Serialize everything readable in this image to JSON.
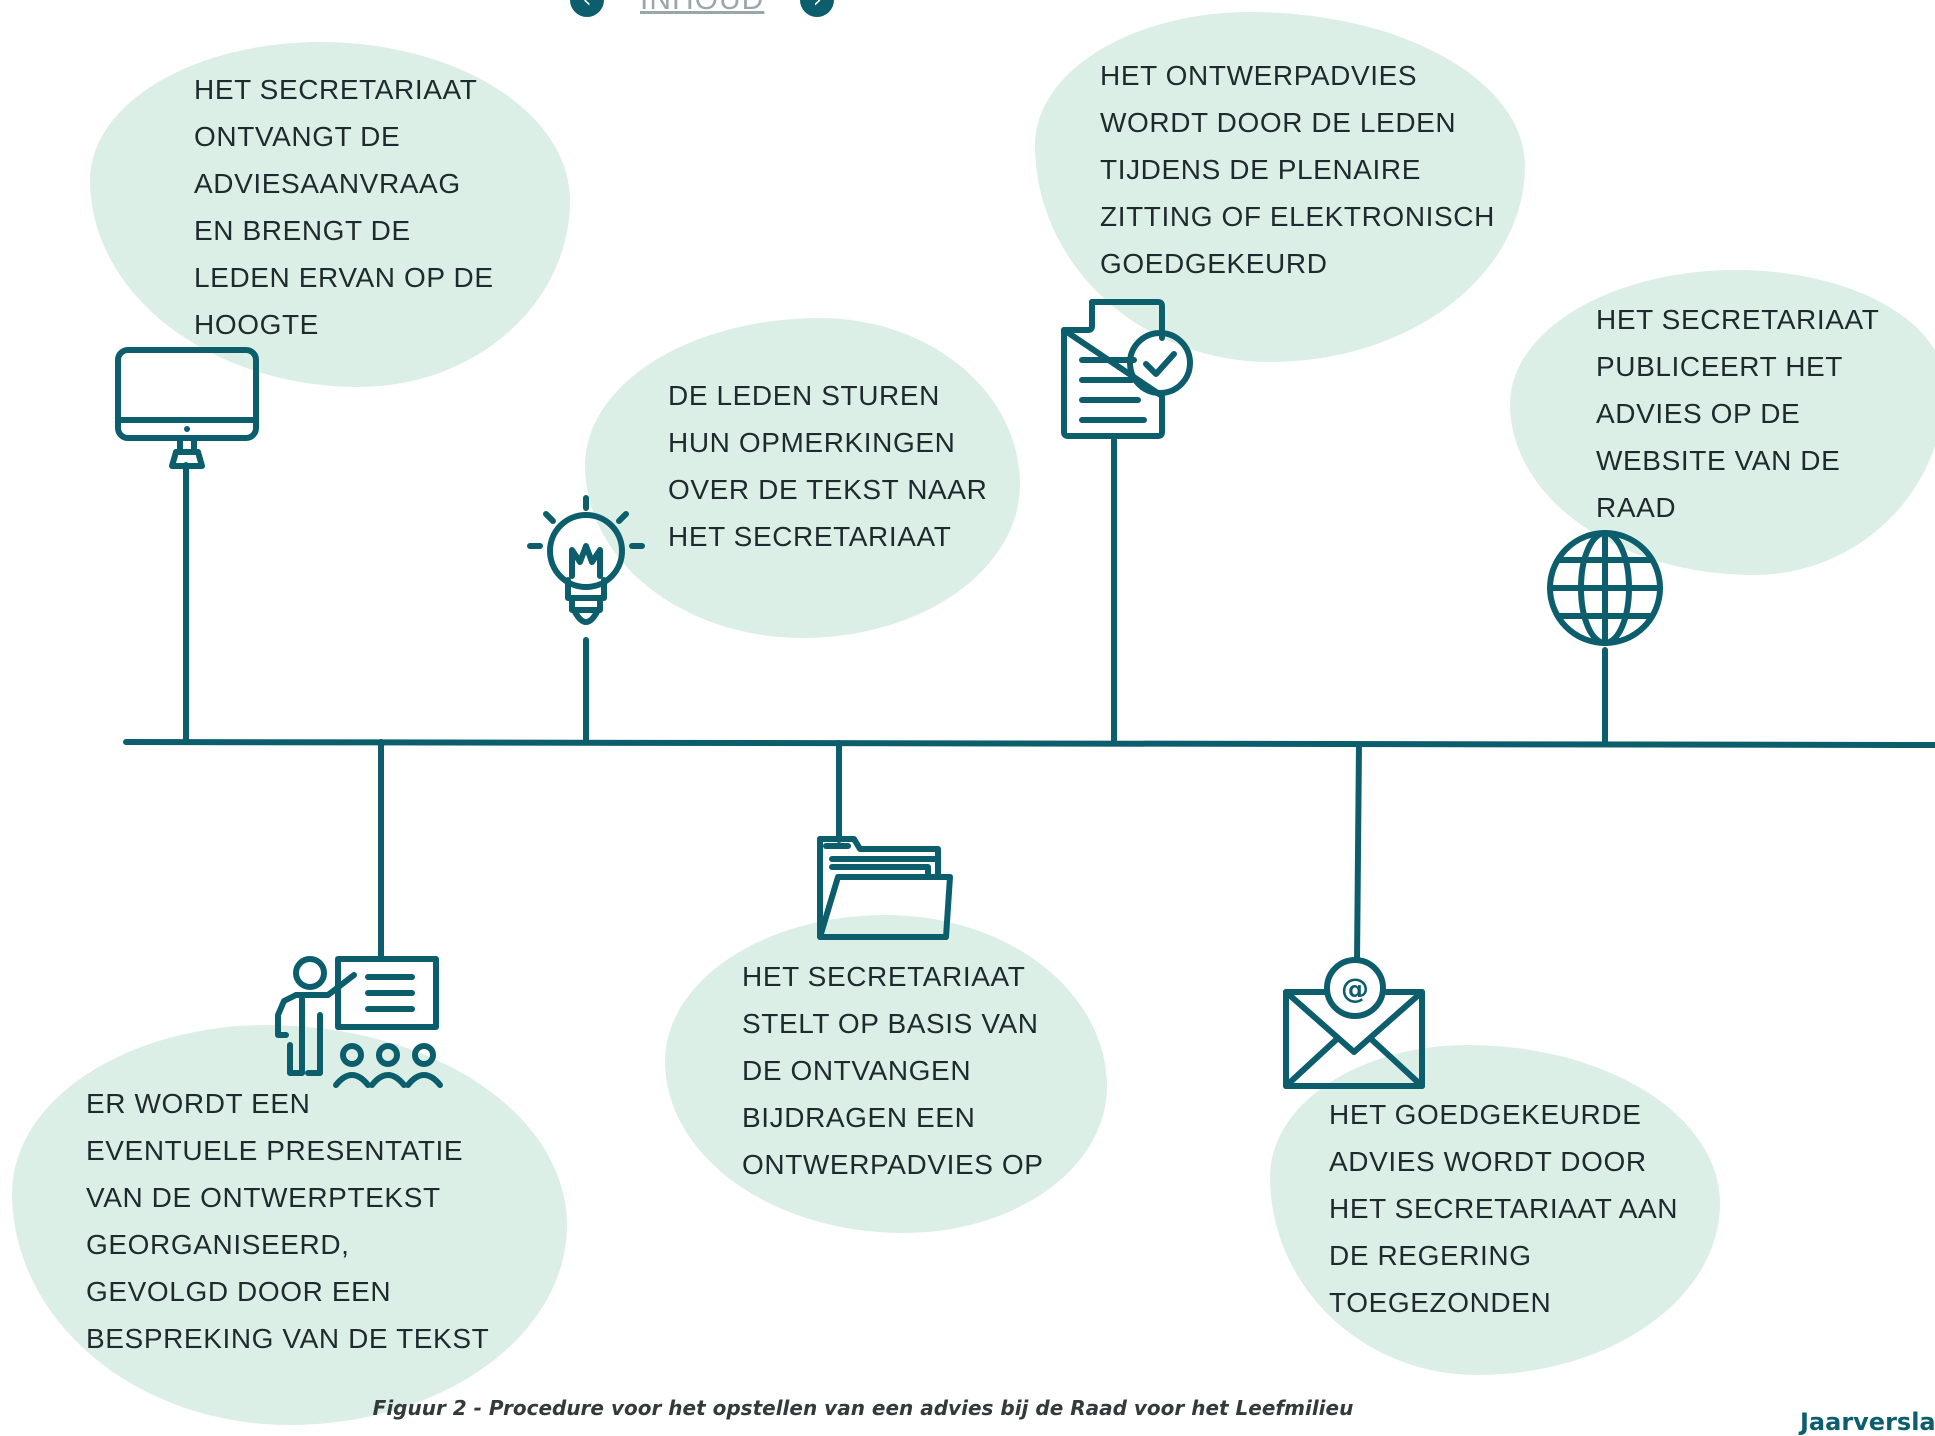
{
  "nav": {
    "prev_symbol": "‹",
    "label": "INHOUD",
    "next_symbol": "›"
  },
  "steps_above": [
    {
      "icon": "monitor-icon",
      "lines": [
        "HET SECRETARIAAT",
        "ONTVANGT DE",
        "ADVIESAANVRAAG",
        "EN BRENGT DE",
        "LEDEN ERVAN OP DE",
        "HOOGTE"
      ]
    },
    {
      "icon": "lightbulb-icon",
      "lines": [
        "DE LEDEN STUREN",
        "HUN OPMERKINGEN",
        "OVER DE TEKST NAAR",
        "HET SECRETARIAAT"
      ]
    },
    {
      "icon": "approved-document-icon",
      "lines": [
        "HET ONTWERPADVIES",
        "WORDT DOOR DE LEDEN",
        "TIJDENS DE PLENAIRE",
        "ZITTING OF ELEKTRONISCH",
        "GOEDGEKEURD"
      ]
    },
    {
      "icon": "globe-icon",
      "lines": [
        "HET SECRETARIAAT",
        "PUBLICEERT HET",
        "ADVIES OP DE",
        "WEBSITE VAN DE",
        "RAAD"
      ]
    }
  ],
  "steps_below": [
    {
      "icon": "presentation-icon",
      "lines": [
        "ER WORDT EEN",
        "EVENTUELE PRESENTATIE",
        "VAN DE ONTWERPTEKST",
        "GEORGANISEERD,",
        "GEVOLGD DOOR EEN",
        "BESPREKING VAN DE TEKST"
      ]
    },
    {
      "icon": "folder-icon",
      "lines": [
        "HET SECRETARIAAT",
        "STELT OP BASIS VAN",
        "DE ONTVANGEN",
        "BIJDRAGEN EEN",
        "ONTWERPADVIES OP"
      ]
    },
    {
      "icon": "email-icon",
      "lines": [
        "HET GOEDGEKEURDE",
        "ADVIES WORDT DOOR",
        "HET SECRETARIAAT AAN",
        "DE REGERING",
        "TOEGEZONDEN"
      ]
    }
  ],
  "caption": "Figuur 2 - Procedure voor het opstellen van een advies bij de Raad voor het Leefmilieu",
  "corner_text": "Jaarversla",
  "colors": {
    "blob": "#dcefe6",
    "line": "#0c5e6c",
    "text": "#1f2a2e"
  }
}
